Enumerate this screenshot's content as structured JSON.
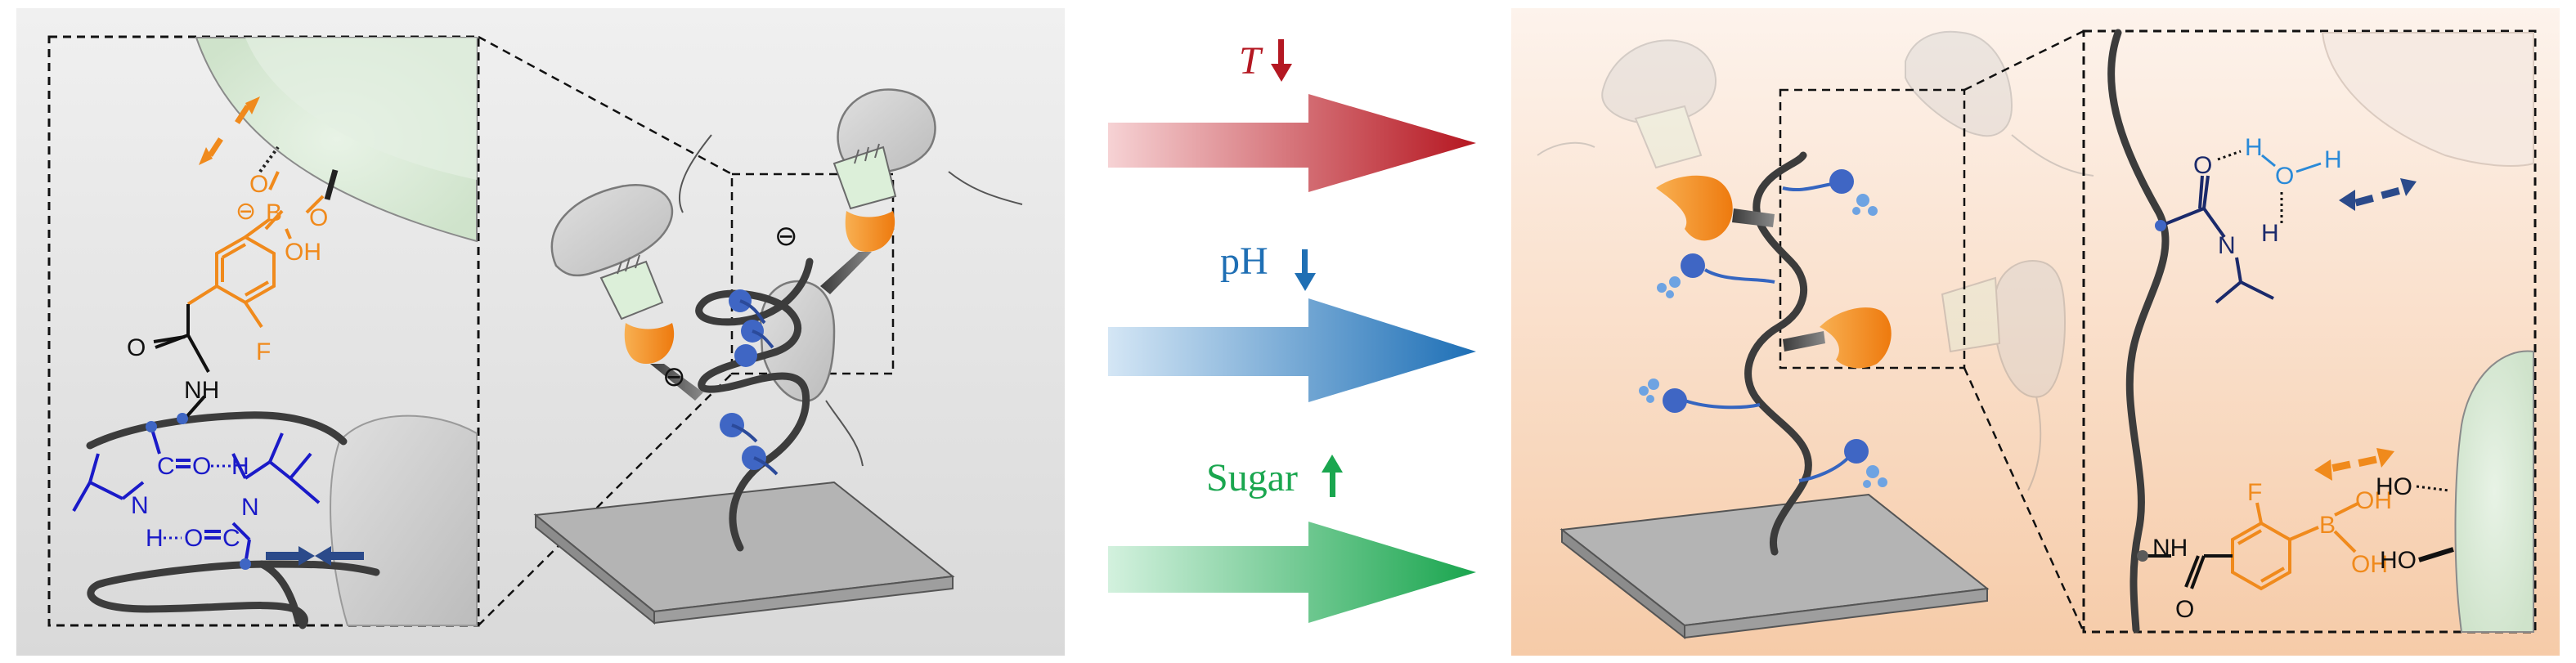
{
  "arrows": {
    "temperature": {
      "label": "T",
      "direction": "down",
      "color": "#b41822"
    },
    "ph": {
      "label": "pH",
      "direction": "down",
      "color": "#1f6fb4"
    },
    "sugar": {
      "label": "Sugar",
      "direction": "up",
      "color": "#1aa64f"
    }
  },
  "left_inset": {
    "phenylboronate": {
      "B": "B",
      "O1": "O",
      "O2": "O",
      "OH": "OH",
      "F": "F",
      "minus": "⊖"
    },
    "amide": {
      "O": "O",
      "NH": "NH"
    },
    "nipam_pair": {
      "C1": "C",
      "O1": "O",
      "H1": "H",
      "N1": "N",
      "H2": "H",
      "N2": "N",
      "C2": "C",
      "O2": "O"
    }
  },
  "right_inset": {
    "water": {
      "O": "O",
      "H1": "H",
      "H2": "H"
    },
    "nipam": {
      "O": "O",
      "N": "N",
      "H": "H"
    },
    "boronic": {
      "NH": "NH",
      "O": "O",
      "F": "F",
      "B": "B",
      "OH1": "OH",
      "OH2": "OH"
    },
    "diol": {
      "HO1": "HO",
      "HO2": "HO"
    }
  },
  "charges": {
    "minus": "⊖"
  },
  "colors": {
    "left_panel_bg": "#e4e4e4",
    "right_panel_bg_top": "#fdf3ec",
    "right_panel_bg_bottom": "#f8cfae",
    "polymer": "#3c3c3c",
    "blue_bead": "#3f66c4",
    "orange": "#f08a1c",
    "bacteria_gray": "#cfcfcf",
    "green_pili": "#d9eed7",
    "nipam_blue": "#1a1ac8",
    "dark_navy": "#1b2a6b",
    "water_blue": "#2a8ad8"
  }
}
